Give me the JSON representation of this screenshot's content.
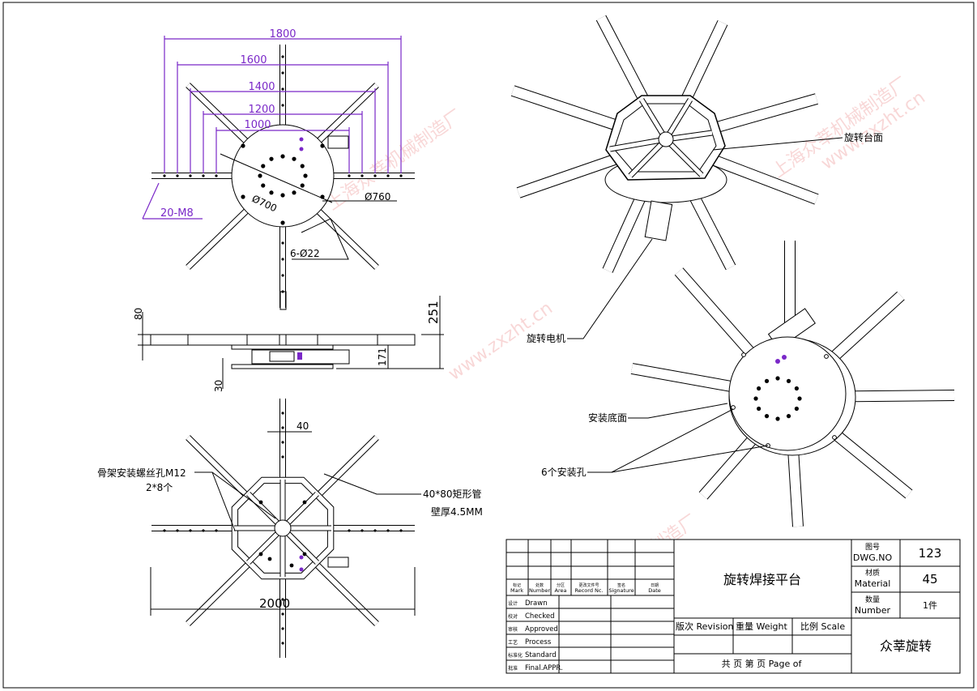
{
  "drawing": {
    "top_view": {
      "dims": [
        "1800",
        "1600",
        "1400",
        "1200",
        "1000"
      ],
      "hole_label": "20-M8",
      "dia_inner": "Ø700",
      "dia_outer": "Ø760",
      "mount_holes": "6-Ø22"
    },
    "side_view": {
      "dim_80": "80",
      "dim_251": "251",
      "dim_171": "171",
      "dim_30": "30"
    },
    "bottom_view": {
      "dim_40": "40",
      "dim_2000": "2000",
      "note_bolt_1": "骨架安装螺丝孔M12",
      "note_bolt_2": "2*8个",
      "note_tube_1": "40*80矩形管",
      "note_tube_2": "壁厚4.5MM"
    },
    "iso_views": {
      "turntable_surface": "旋转台面",
      "motor": "旋转电机",
      "mount_base": "安装底面",
      "mount_holes": "6个安装孔"
    },
    "watermark": [
      "上海众莘机械制造厂",
      "www.zxzht.cn"
    ]
  },
  "title_block": {
    "rev_headers": [
      {
        "cn": "标记",
        "en": "Mark"
      },
      {
        "cn": "处数",
        "en": "Number"
      },
      {
        "cn": "分区",
        "en": "Area"
      },
      {
        "cn": "更改文件号",
        "en": "Record Nc."
      },
      {
        "cn": "签名",
        "en": "Signature"
      },
      {
        "cn": "日期",
        "en": "Date"
      }
    ],
    "roles": [
      {
        "cn": "设计",
        "en": "Drawn"
      },
      {
        "cn": "校对",
        "en": "Checked"
      },
      {
        "cn": "审核",
        "en": "Approved"
      },
      {
        "cn": "工艺",
        "en": "Process"
      },
      {
        "cn": "标准化",
        "en": "Standard"
      },
      {
        "cn": "批准",
        "en": "Final.APPR."
      }
    ],
    "title": "旋转焊接平台",
    "dwg_no_label_cn": "图号",
    "dwg_no_label": "DWG.NO",
    "dwg_no": "123",
    "material_label_cn": "材质",
    "material_label": "Material",
    "material": "45",
    "number_label_cn": "数量",
    "number_label": "Number",
    "number": "1件",
    "revision_label": "版次 Revision",
    "weight_label": "重量 Weight",
    "scale_label": "比例 Scale",
    "page_label": "共   页 第    页    Page   of",
    "company": "众莘旋转"
  }
}
